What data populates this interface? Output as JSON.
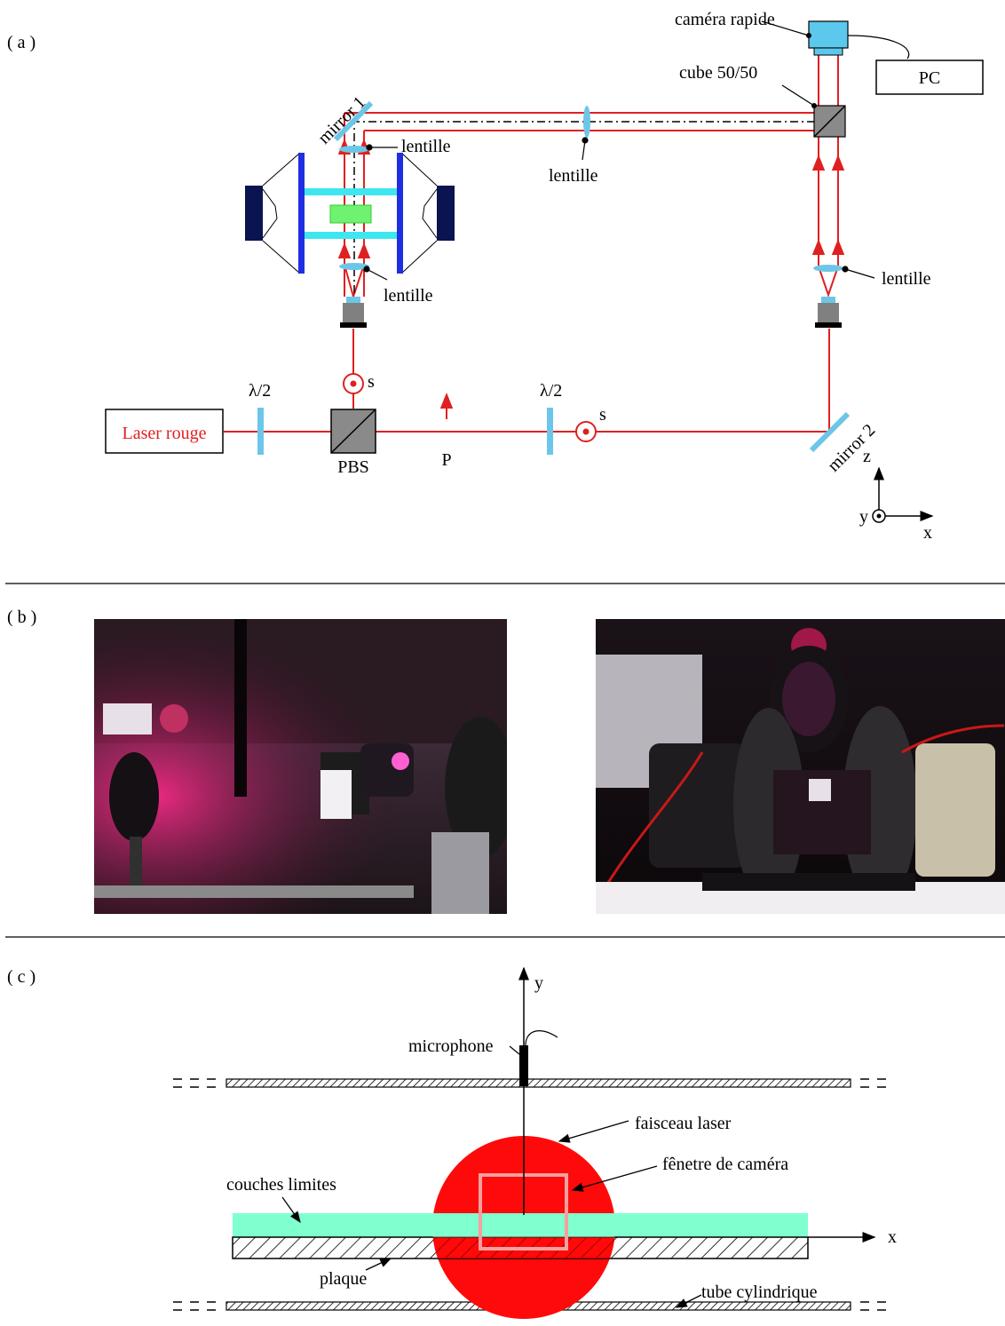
{
  "panels": {
    "a": "( a )",
    "b": "( b )",
    "c": "( c )"
  },
  "panel_a": {
    "camera": "caméra rapide",
    "pc": "PC",
    "cube": "cube 50/50",
    "mirror1": "mirror 1",
    "mirror2": "mirror 2",
    "lens": "lentille",
    "laser": "Laser rouge",
    "half_wave": "λ/2",
    "pbs": "PBS",
    "pol_s": "s",
    "pol_p": "P",
    "axis_z": "z",
    "axis_y": "y",
    "axis_x": "x"
  },
  "panel_c": {
    "axis_y": "y",
    "axis_x": "x",
    "microphone": "microphone",
    "laser_beam": "faisceau laser",
    "camera_window": "fênetre de caméra",
    "boundary_layers": "couches limites",
    "plate": "plaque",
    "tube": "tube cylindrique"
  },
  "colors": {
    "beam": "#e02020",
    "optic_blue": "#6cc6e8",
    "cyan_bar": "#3ee6f0",
    "electrode": "#1f2ee0",
    "dark_block": "#0a1450",
    "plasma": "#6ff26f",
    "boundary_layer": "#80ffcf",
    "laser_spot": "#ff0a0a",
    "window": "#f5a0a0"
  },
  "icons": {
    "camera": "camera-icon",
    "objective": "microscope-objective-icon"
  }
}
